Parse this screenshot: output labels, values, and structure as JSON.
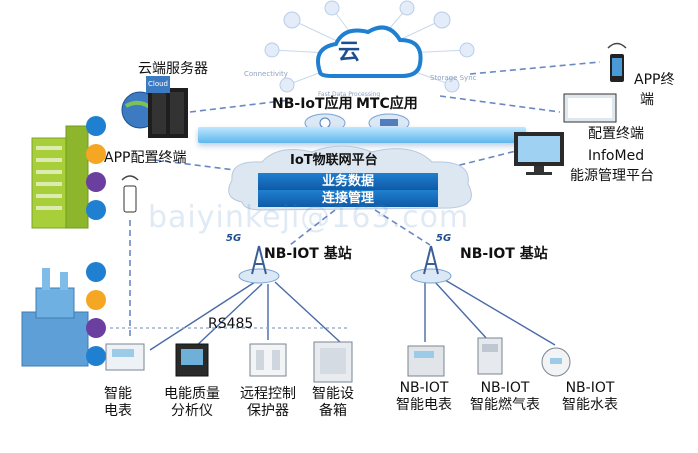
{
  "labels": {
    "cloud_glyph": "云",
    "cloud_server": "云端服务器",
    "nbiot_app": "NB-IoT应用",
    "mtc_app": "MTC应用",
    "iot_platform": "IoT物联网平台",
    "business_data": "业务数据",
    "connection_mgmt": "连接管理",
    "app_config_terminal": "APP配置终端",
    "app_terminal_1": "APP终",
    "app_terminal_2": "端",
    "config_terminal": "配置终端",
    "infomed": "InfoMed",
    "energy_platform": "能源管理平台",
    "base_station_left": "NB-IOT  基站",
    "base_station_right": "NB-IOT  基站",
    "five_g_left": "5G",
    "five_g_right": "5G",
    "rs485": "RS485",
    "connectivity": "Connectivity",
    "fast_data": "Fast Data Processing",
    "storage_sync": "Storage Sync",
    "cloud_badge": "Cloud",
    "watermark": "baiyinkeji@163.com"
  },
  "devices_left": [
    {
      "line1": "智能",
      "line2": "电表"
    },
    {
      "line1": "电能质量",
      "line2": "分析仪"
    },
    {
      "line1": "远程控制",
      "line2": "保护器"
    },
    {
      "line1": "智能设",
      "line2": "备箱"
    }
  ],
  "devices_right": [
    {
      "line1": "NB-IOT",
      "line2": "智能电表"
    },
    {
      "line1": "NB-IOT",
      "line2": "智能燃气表"
    },
    {
      "line1": "NB-IOT",
      "line2": "智能水表"
    }
  ],
  "colors": {
    "accent_blue": "#1f7fd0",
    "dash": "#6a88c4",
    "building_green": "#a8cf3a",
    "building_blue": "#5d9fd6"
  }
}
